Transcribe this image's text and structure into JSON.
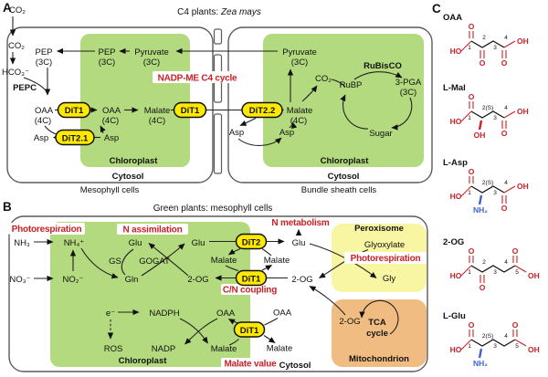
{
  "colors": {
    "green": "#b3da7e",
    "peroxisome_yellow": "#f8f5a3",
    "mitochondrion_orange": "#f0bc82",
    "dit_yellow": "#ffe900",
    "red": "#cb2027",
    "blue_nh2": "#3f63c6"
  },
  "t": {
    "co2": "CO₂",
    "hco3": "HCO₃⁻",
    "pepc": "PEPC",
    "pep": "PEP",
    "c3": "(3C)",
    "c4": "(4C)",
    "pyruvate": "Pyruvate",
    "oaa": "OAA",
    "malate": "Malate",
    "asp": "Asp",
    "dit1": "DiT1",
    "dit2": "DiT2",
    "dit21": "DiT2.1",
    "dit22": "DiT2.2",
    "chloroplast": "Chloroplast",
    "cytosol": "Cytosol",
    "rubisco": "RuBisCO",
    "rubp": "RuBP",
    "pga": "3-PGA",
    "sugar": "Sugar",
    "nh3": "NH₃",
    "nh4": "NH₄⁺",
    "no3": "NO₃⁻",
    "no2": "NO₂⁻",
    "glu": "Glu",
    "gln": "Gln",
    "gs": "GS",
    "gogat": "GOGAT",
    "og": "2-OG",
    "e": "e⁻",
    "nadph": "NADPH",
    "nadp": "NADP",
    "ros": "ROS",
    "glyoxylate": "Glyoxylate",
    "gly": "Gly",
    "peroxisome": "Peroxisome",
    "mitochondrion": "Mitochondrion",
    "tca": "TCA",
    "cycle_word": "cycle"
  },
  "panelA": {
    "label": "A",
    "title_prefix": "C4 plants: ",
    "title_species": "Zea mays",
    "cycle": "NADP-ME C4 cycle",
    "mesophyll": "Mesophyll cells",
    "bundle": "Bundle sheath cells"
  },
  "panelB": {
    "label": "B",
    "title": "Green plants: mesophyll cells",
    "photorespiration": "Photorespiration",
    "n_assimilation": "N assimilation",
    "n_metabolism": "N metabolism",
    "cn_coupling": "C/N coupling",
    "malate_value": "Malate value"
  },
  "panelC": {
    "label": "C",
    "mol": [
      {
        "name": "OAA"
      },
      {
        "name": "L-Mal"
      },
      {
        "name": "L-Asp"
      },
      {
        "name": "2-OG"
      },
      {
        "name": "L-Glu"
      }
    ],
    "atoms": {
      "ho": "HO",
      "o": "O",
      "oh": "OH",
      "nh2": "NH₂"
    },
    "nums": {
      "n1": "1",
      "n2": "2",
      "n2s": "2(S)",
      "n3": "3",
      "n4": "4",
      "n5": "5"
    }
  }
}
